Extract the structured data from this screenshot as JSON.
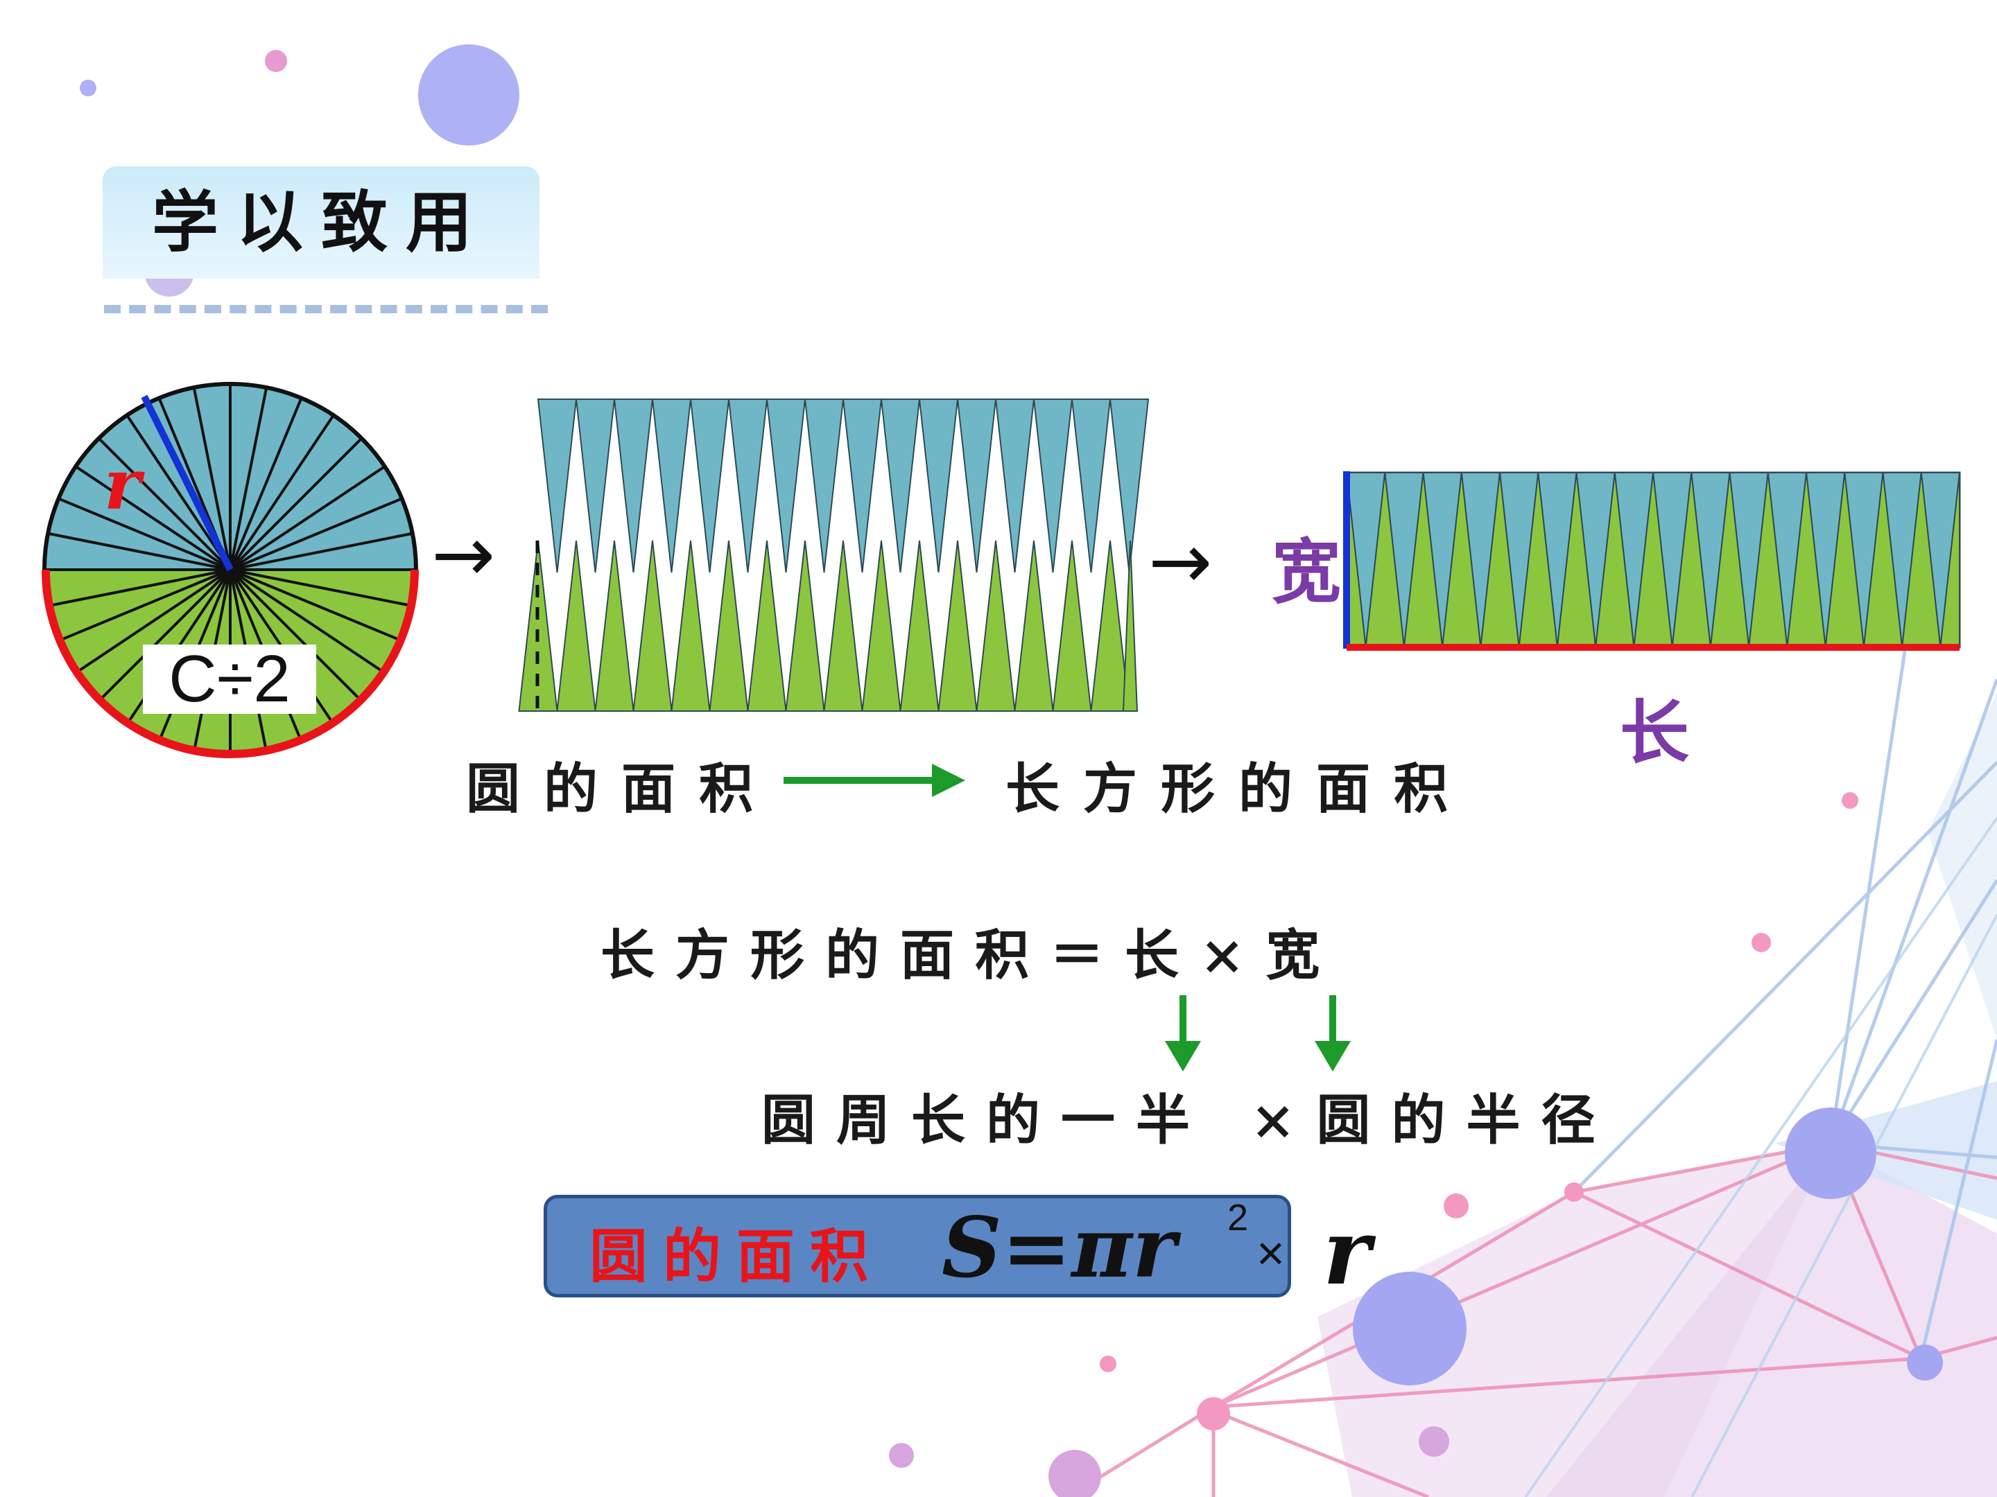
{
  "title": "学以致用",
  "diagram": {
    "radius_label": "r",
    "half_circumference_label": "C÷2",
    "width_label": "宽",
    "length_label": "长",
    "arrow_glyph": "→"
  },
  "caption": {
    "left": "圆的面积",
    "right": "长方形的面积"
  },
  "formula_rect": "长方形的面积＝长×宽",
  "formula_circle_parts": "圆周长的一半 ×圆的半径",
  "result": {
    "label": "圆的面积",
    "expr": "S=πr",
    "sup": "2",
    "times": "×",
    "tail": "r"
  },
  "colors": {
    "teal": "#6fb7c7",
    "green": "#8cc63f",
    "red": "#e8141a",
    "blue": "#1433d6",
    "arrow_green": "#1c9a2a",
    "purple": "#7b3aa5"
  }
}
